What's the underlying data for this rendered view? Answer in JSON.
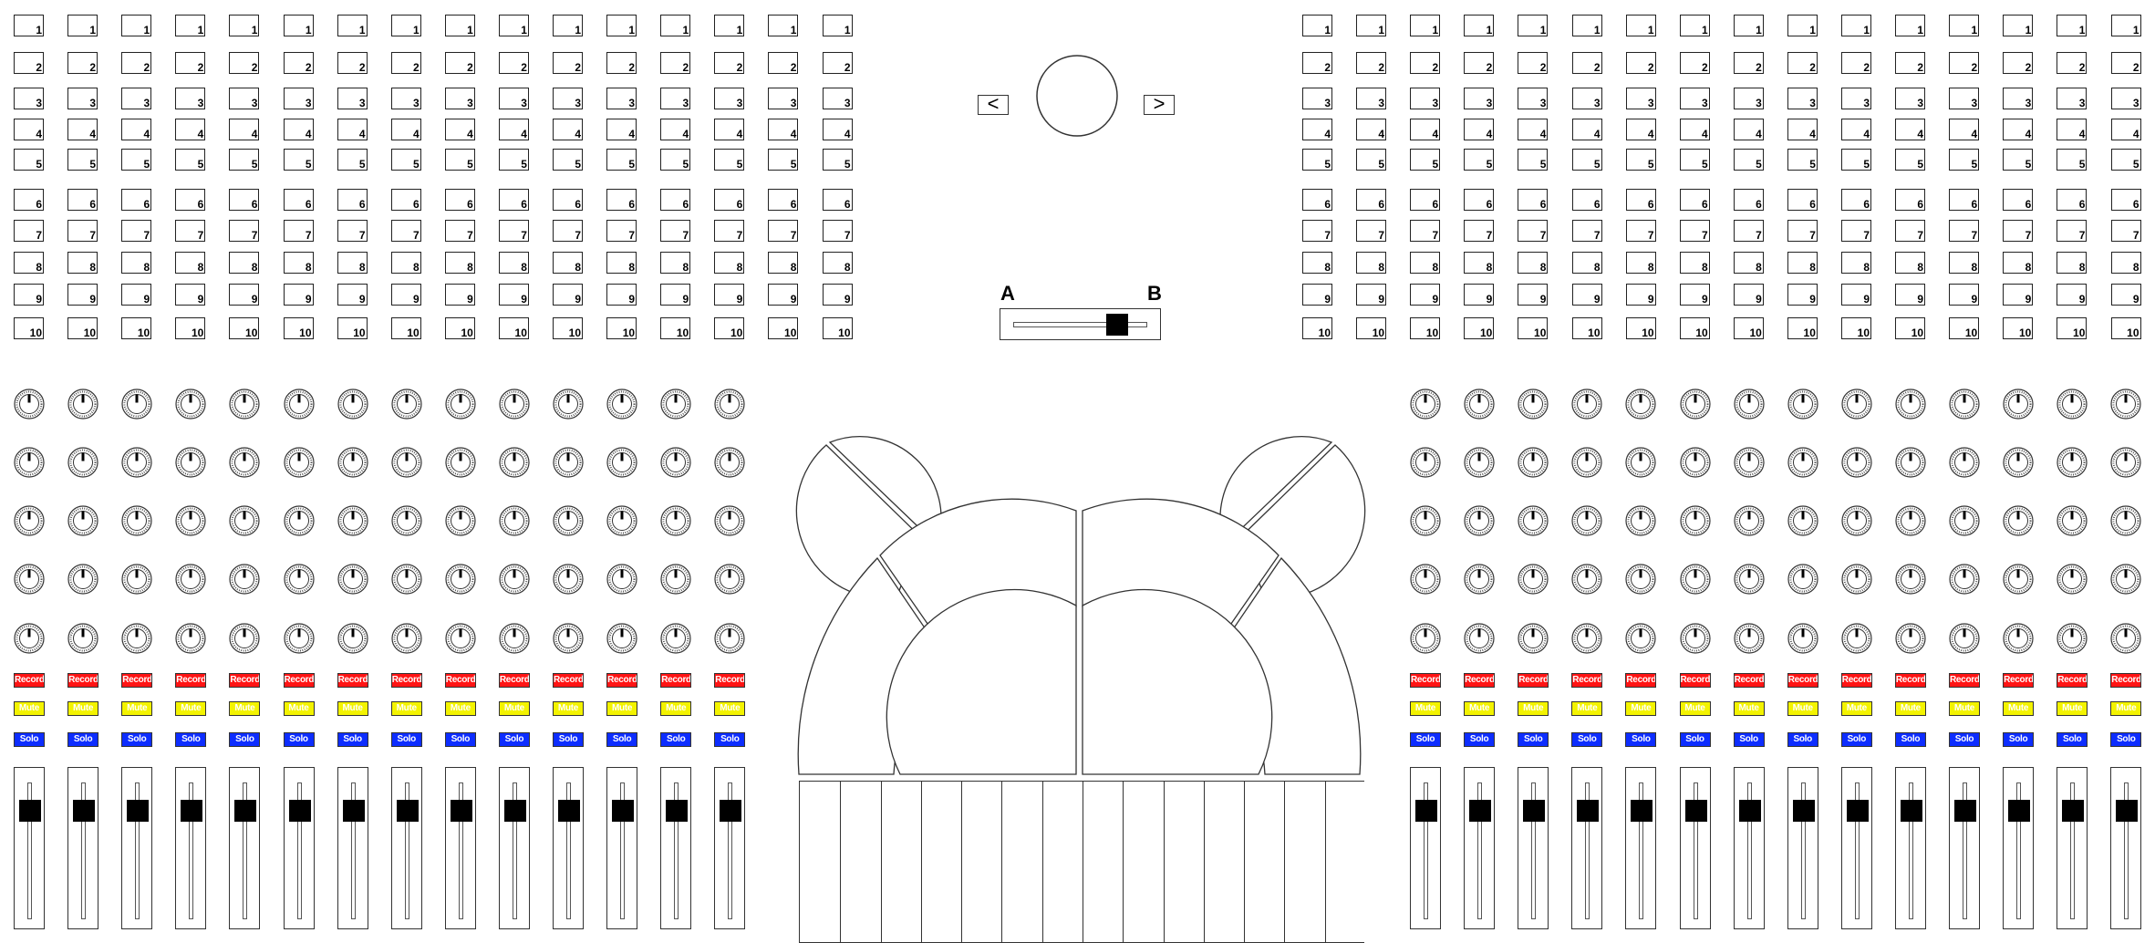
{
  "pad_grid": {
    "left_columns": 16,
    "right_columns": 16,
    "row_labels": [
      "1",
      "2",
      "3",
      "4",
      "5",
      "6",
      "7",
      "8",
      "9",
      "10"
    ]
  },
  "navigation": {
    "prev_label": "<",
    "next_label": ">"
  },
  "crossfader": {
    "label_a": "A",
    "label_b": "B",
    "value": 0.78
  },
  "channel_strip": {
    "left_channels": 14,
    "right_channels": 14,
    "knob_rows": 5,
    "record_label": "Record",
    "mute_label": "Mute",
    "solo_label": "Solo",
    "fader_level": 0.85
  },
  "keyboard": {
    "white_keys": 14
  },
  "colors": {
    "record": "#ff1414",
    "mute": "#f3f300",
    "solo": "#0d2dff",
    "fader_thumb": "#000000"
  }
}
